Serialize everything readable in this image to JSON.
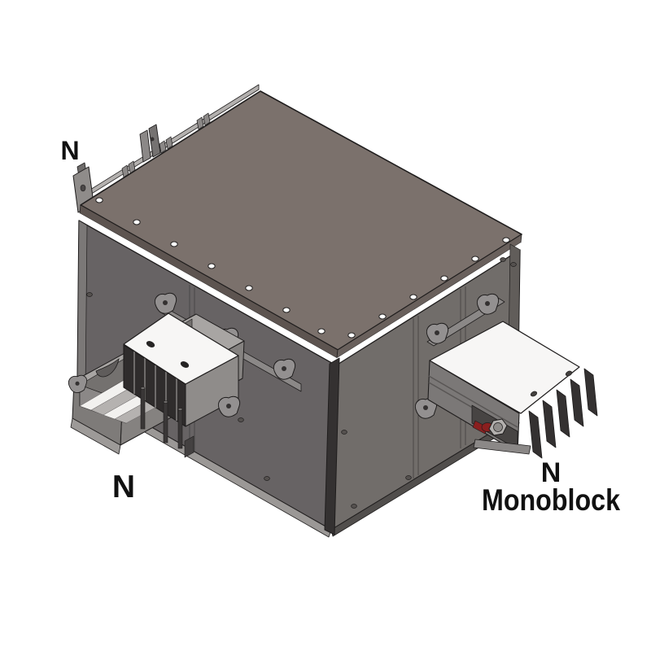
{
  "figure": {
    "labels": {
      "top_left": "N",
      "bottom_left": "N",
      "right": "N",
      "right_caption": "Monoblock"
    },
    "colors": {
      "background": "#ffffff",
      "outline": "#1f1d1d",
      "top_face": "#7b716c",
      "top_lip_left": "#5d5450",
      "top_lip_right": "#69605c",
      "left_face": "#676364",
      "right_face": "#716d6a",
      "tray_gray": "#8f8c8a",
      "tray_floor_light": "#f2f1ef",
      "monoblock_top": "#f7f6f5",
      "monoblock_dark": "#2f2c2c",
      "corner_post": "#343131",
      "accent_red": "#8a1f1f",
      "label_text": "#111111"
    }
  }
}
